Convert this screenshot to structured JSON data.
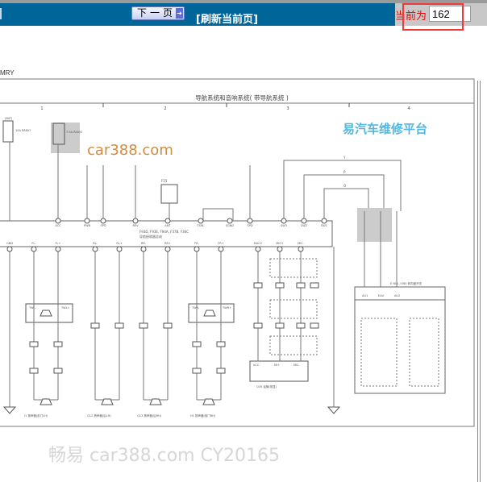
{
  "nav": {
    "next_page_label": "下一页",
    "refresh_label": "[刷新当前页]",
    "current_page_label": "当前为",
    "current_page_value": "162"
  },
  "diagram": {
    "model": "MRY",
    "title": "导航系统和音响系统( 带导航系统 )",
    "columns": [
      "1",
      "2",
      "3",
      "4"
    ],
    "ecu_label": "F93D, F93E, F94A, F37B, F36C",
    "ecu_name": "导航接收器总成",
    "top_pins": [
      "ACC",
      "PWB",
      "SPD",
      "REV",
      "ANT",
      "TSW-",
      "SGND",
      "SPD",
      "SW3",
      "SW2",
      "SW1"
    ],
    "bottom_pins": [
      "GND",
      "FL-",
      "FL+",
      "RL-",
      "RL+",
      "RR-",
      "RR+",
      "FR-",
      "FR+",
      "MACC",
      "MIC+",
      "MIC-"
    ],
    "fuse_bat": "(BAT)",
    "fuse1": "10A RADIO",
    "fuse2": "7.5A RADIO",
    "antenna": "F15",
    "wire_colors": [
      "Y",
      "P",
      "O"
    ],
    "tweeter_labels": [
      "TWL-",
      "TWL+",
      "TWR-",
      "TWR+"
    ],
    "mic_labels": [
      "ACC",
      "MI+",
      "MIC-"
    ],
    "mic_name": "Q35 话筒(带显)",
    "switch_module": "E NUL / E65 转向盘开关",
    "switch_pins": [
      "AU1",
      "EAU",
      "AU2"
    ],
    "speakers": [
      "I1 扬声器(前门LH)",
      "Q12 扬声器(后LH)",
      "Q13 扬声器(后RH)",
      "H1 扬声器(前门RH)"
    ],
    "watermark1": "car388.com",
    "watermark2": "易汽车维修平台",
    "watermark3": "畅易 car388.com CY20165"
  },
  "colors": {
    "navbar": "#006699",
    "accent_red": "#e00000",
    "line": "#555555"
  }
}
